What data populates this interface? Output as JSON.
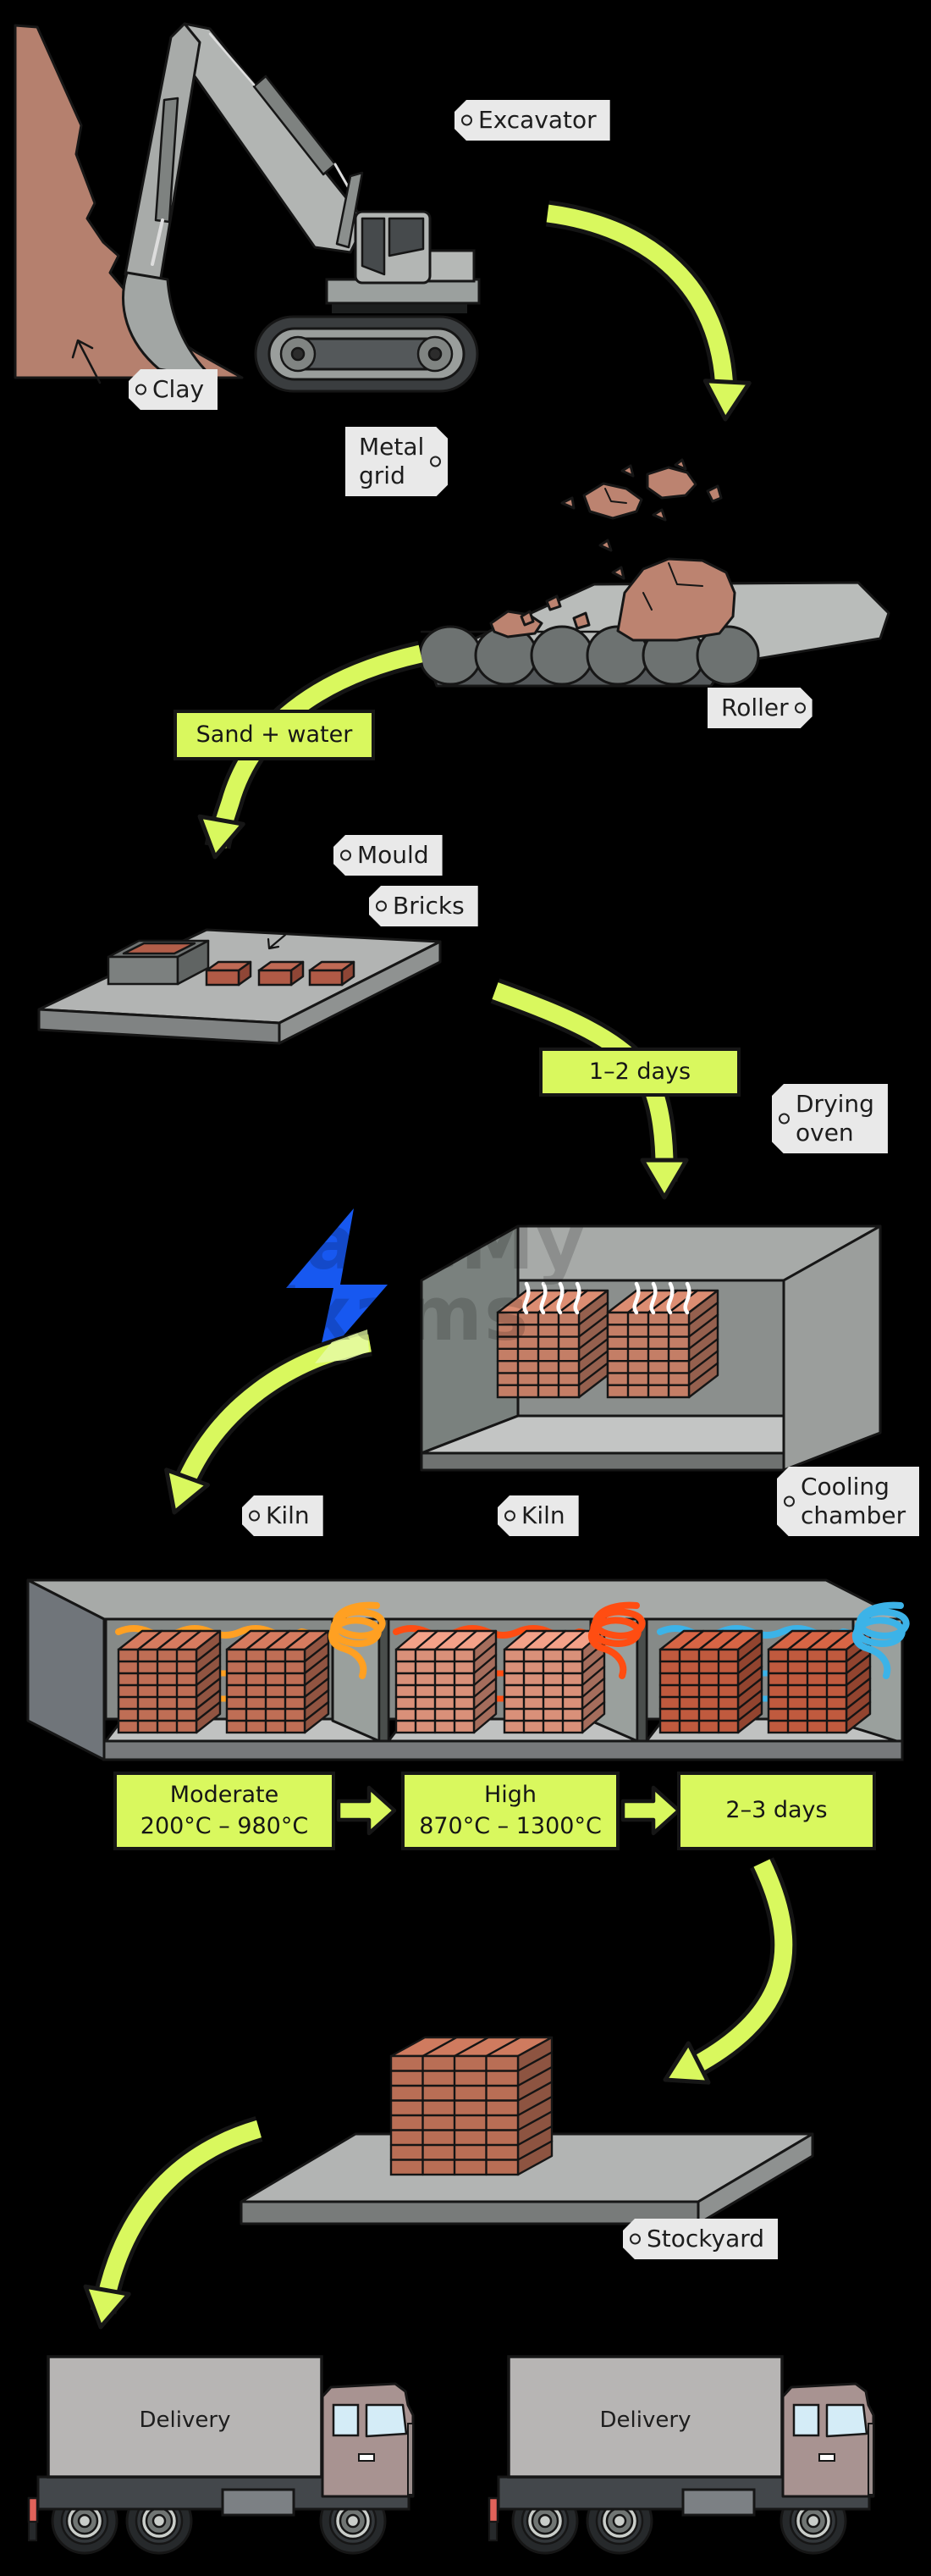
{
  "diagram": {
    "labels": {
      "excavator": "Excavator",
      "clay": "Clay",
      "metal_grid": "Metal\ngrid",
      "roller": "Roller",
      "mould": "Mould",
      "bricks": "Bricks",
      "drying_oven": "Drying\noven",
      "kiln_1": "Kiln",
      "kiln_2": "Kiln",
      "cooling_chamber": "Cooling\nchamber",
      "stockyard": "Stockyard"
    },
    "flow": {
      "sand_water": "Sand + water",
      "drying_time": "1–2 days",
      "firing_moderate": "Moderate\n200°C – 980°C",
      "firing_high": "High\n870°C – 1300°C",
      "cooling_time": "2–3 days"
    },
    "trucks": {
      "left": "Delivery",
      "right": "Delivery"
    },
    "watermark": "SaveMy\nExams"
  },
  "colors": {
    "background": "#000000",
    "accent_green": "#d9f85e",
    "outline": "#161616",
    "label_bg": "#e9e9e9",
    "label_text": "#1d1d1d",
    "clay": "#b5806e",
    "clay_chunk": "#bc8370",
    "brick_oven": "#c47e66",
    "brick_kiln_moderate": "#bf6e55",
    "brick_kiln_high": "#d99079",
    "brick_cooling": "#c05a3e",
    "brick_stockyard": "#b96e55",
    "heat_moderate": "#ffa022",
    "heat_high": "#ff4d12",
    "cooling_coil": "#3cb3e8",
    "electric_bolt": "#1758f0",
    "steam": "#ffffff",
    "machine_gray": "#b3b6b4",
    "platform_gray": "#b2b4b3",
    "truck_cab": "#a89391",
    "truck_window": "#d4ecf7",
    "truck_tail_light": "#e0625a"
  }
}
